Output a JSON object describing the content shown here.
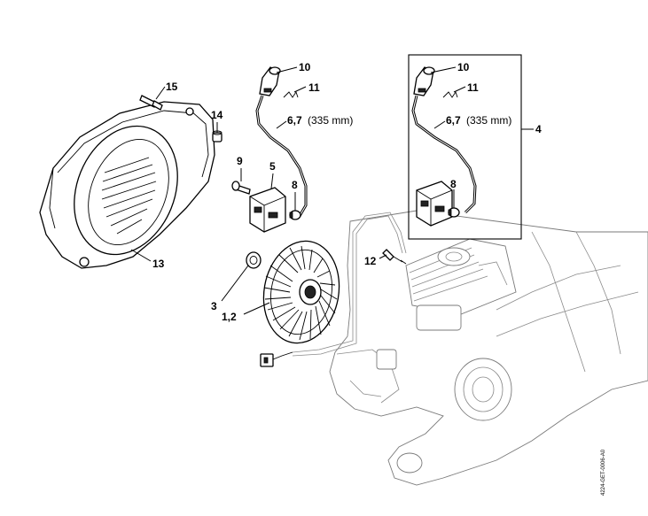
{
  "labels": {
    "p15": "15",
    "p14": "14",
    "p13": "13",
    "p10a": "10",
    "p11a": "11",
    "p67a": "6,7",
    "len_a": "(335 mm)",
    "p9": "9",
    "p5": "5",
    "p8a": "8",
    "p3": "3",
    "p12": "12",
    "p12x": "1,2",
    "p10b": "10",
    "p11b": "11",
    "p67b": "6,7",
    "len_b": "(335 mm)",
    "p4": "4",
    "p8b": "8"
  },
  "doc_code": "4224-GET-0006-A0"
}
